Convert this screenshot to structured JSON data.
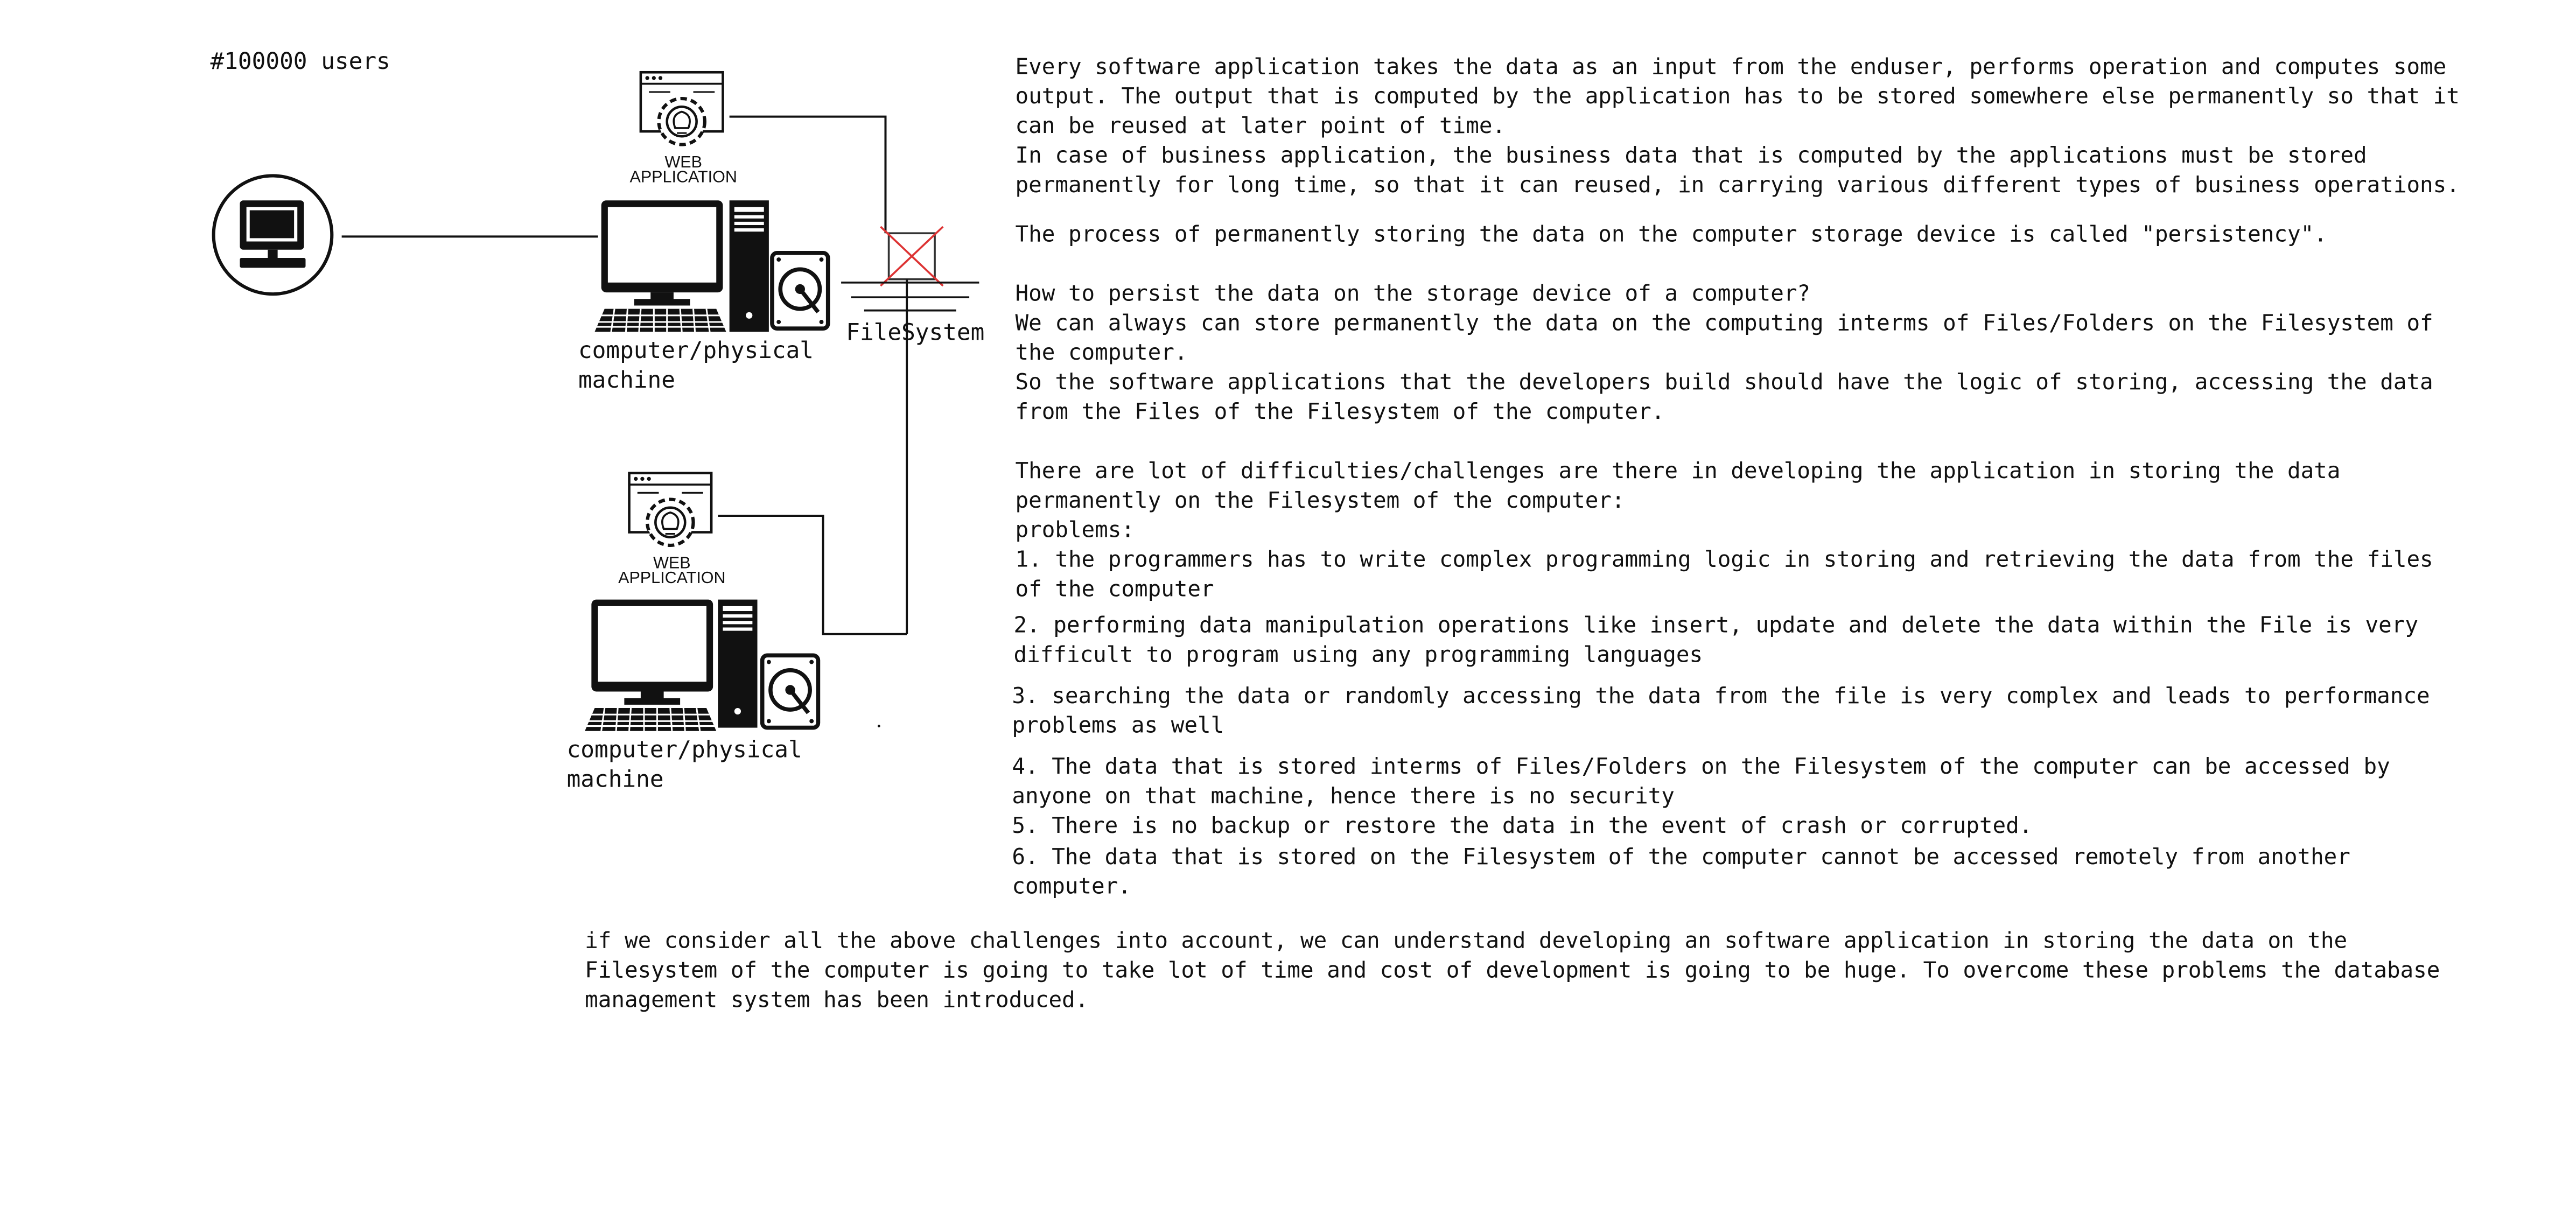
{
  "diagram": {
    "users_label": "#100000 users",
    "web_app_label": [
      "WEB",
      "APPLICATION"
    ],
    "machine_label": [
      "computer/physical",
      "machine"
    ],
    "filesystem_label": "FileSystem",
    "icons": [
      "user-monitor-icon",
      "web-application-gear-icon",
      "desktop-computer-icon",
      "hard-disk-icon",
      "database-crossed-icon"
    ]
  },
  "notes": {
    "intro": [
      "Every software application takes the data as an input from the enduser, performs operation and computes some",
      "output. The output that is computed by the application has to be stored somewhere else permanently so that it",
      "can be reused at later point of time.",
      "In case of business application, the business data that is computed by the applications must be stored",
      "permanently for long time, so that it can reused, in carrying various different types of business operations."
    ],
    "persistency": "The process of permanently storing the data on the computer storage device is called \"persistency\".",
    "how": [
      "How to persist the data on the storage device of a computer?",
      "We can always can store permanently the data on the computing interms of Files/Folders on the Filesystem of",
      "the computer.",
      "So the software applications that the developers build should have the logic of storing, accessing the data",
      "from the Files of the Filesystem of the computer."
    ],
    "difficulties": [
      "There are lot of difficulties/challenges are there in developing the application in storing the data",
      "permanently on the Filesystem of the computer:",
      "problems:"
    ],
    "problem1": [
      "1. the programmers has to write complex programming logic in storing and retrieving the data from the files",
      "of the computer"
    ],
    "problem2": [
      "2. performing data manipulation operations like insert, update and delete the data within the File is very",
      "difficult to program using any programming languages"
    ],
    "problem3": [
      "3. searching the data or randomly accessing the data from the file is very complex and leads to performance",
      "problems as well"
    ],
    "problem4_6": [
      "4. The data that is stored interms of Files/Folders on the Filesystem of the computer can be accessed by",
      "anyone on that machine, hence there is no security",
      "5. There is no backup or restore the data in the event of crash or corrupted.",
      "6. The data that is stored on the Filesystem of the computer cannot be accessed remotely from another",
      "computer."
    ],
    "conclusion": [
      "if we consider all the above challenges into account, we can understand developing an software application in storing the data on the",
      "Filesystem of the computer is going to take lot of time and cost of development is going to be huge. To overcome these problems the database",
      "management system has been introduced."
    ]
  }
}
